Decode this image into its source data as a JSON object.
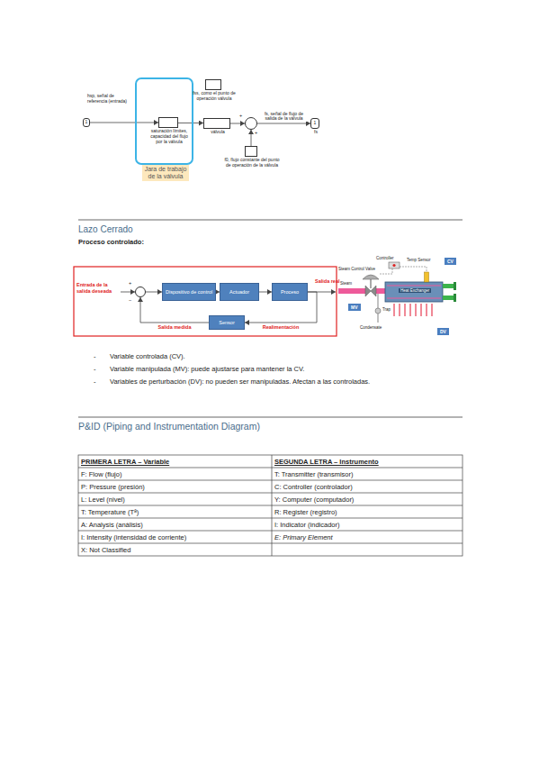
{
  "diagram": {
    "nodes": [
      {
        "text": [
          "1",
          "hsp, señal de referencia (entrada)"
        ]
      },
      {
        "text": [
          "Jara de trabajo de la válvula"
        ]
      },
      {
        "text": [
          "saturación límites, capacidad del flujo por la válvula"
        ],
        "in": 1
      },
      {
        "text": [
          "fss, como el punto de operación válvula"
        ]
      },
      {
        "text": [
          "válvula"
        ]
      },
      {
        "text": [
          "+",
          "+"
        ]
      },
      {
        "text": [
          "f0, flujo constante del punto de operación de la válvula"
        ]
      },
      {
        "text": [
          "1",
          "fs"
        ]
      },
      {
        "text": [
          "+",
          "−"
        ]
      },
      {
        "text": [
          "Dispositivo de control"
        ]
      },
      {
        "text": [
          "Actuador"
        ]
      },
      {
        "text": [
          "Proceso"
        ]
      },
      {
        "text": [
          "Sensor"
        ]
      }
    ],
    "edges": [
      {
        "from": 0,
        "to": 2,
        "arrow": "to"
      },
      {
        "from": 2,
        "to": 4,
        "arrow": "to"
      },
      {
        "from": 4,
        "to": 5,
        "arrow": "to"
      },
      {
        "from": 6,
        "to": 5,
        "arrow": "to"
      },
      {
        "from": 5,
        "to": 7,
        "label": "fs, señal de flujo de salida de la válvula",
        "arrow": "to"
      },
      {
        "from": 8,
        "to": 9,
        "arrow": "to"
      },
      {
        "from": 9,
        "to": 10,
        "arrow": "to"
      },
      {
        "from": 10,
        "to": 11,
        "arrow": "to"
      },
      {
        "from": 11,
        "to": 12,
        "label": "Realimentación",
        "arrow": "to"
      },
      {
        "from": 12,
        "to": 8,
        "label": "Salida medida",
        "arrow": "to"
      }
    ],
    "labels": [
      "Entrada de la salida deseada",
      "Salida real",
      "Controller",
      "Temp Sensor",
      "Steam Control Valve",
      "CV",
      "Steam",
      "Heat Exchanger",
      "MV",
      "Trap",
      "Condensate",
      "DV",
      "Lazo Cerrado",
      "Proceso controlado:",
      "-",
      "Variable controlada (CV).",
      "-",
      "Variable manipulada (MV): puede ajustarse para mantener la CV.",
      "-",
      "Variables de perturbación (DV): no pueden ser manipuladas. Afectan a las controladas.",
      "P&ID (Piping and Instrumentation Diagram)",
      "PRIMERA LETRA – Variable",
      "SEGUNDA LETRA – Instrumento",
      "F: Flow (flujo)",
      "T: Transmitter (transmisor)",
      "P: Pressure (presión)",
      "C: Controller (controlador)",
      "L: Level (nivel)",
      "Y: Computer (computador)",
      "T: Temperature (Tª)",
      "R: Register (registro)",
      "A: Analysis (análisis)",
      "I: Indicator (indicador)",
      "I: Intensity (intensidad de corriente)",
      "E: Primary Element",
      "X: Not Classified"
    ]
  }
}
